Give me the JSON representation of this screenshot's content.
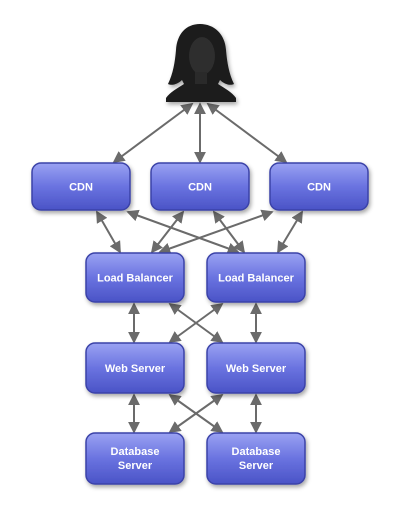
{
  "diagram": {
    "user": {
      "icon": "person-silhouette-icon"
    },
    "cdn": [
      {
        "label": "CDN"
      },
      {
        "label": "CDN"
      },
      {
        "label": "CDN"
      }
    ],
    "load_balancers": [
      {
        "label": "Load Balancer"
      },
      {
        "label": "Load Balancer"
      }
    ],
    "web_servers": [
      {
        "label": "Web Server"
      },
      {
        "label": "Web Server"
      }
    ],
    "database_servers": [
      {
        "label_line1": "Database",
        "label_line2": "Server"
      },
      {
        "label_line1": "Database",
        "label_line2": "Server"
      }
    ],
    "colors": {
      "node_fill_top": "#8f97ee",
      "node_fill_bottom": "#4c55c9",
      "node_border": "#3b43a8",
      "arrow": "#6b6b6b",
      "silhouette": "#1a1a1a"
    }
  }
}
